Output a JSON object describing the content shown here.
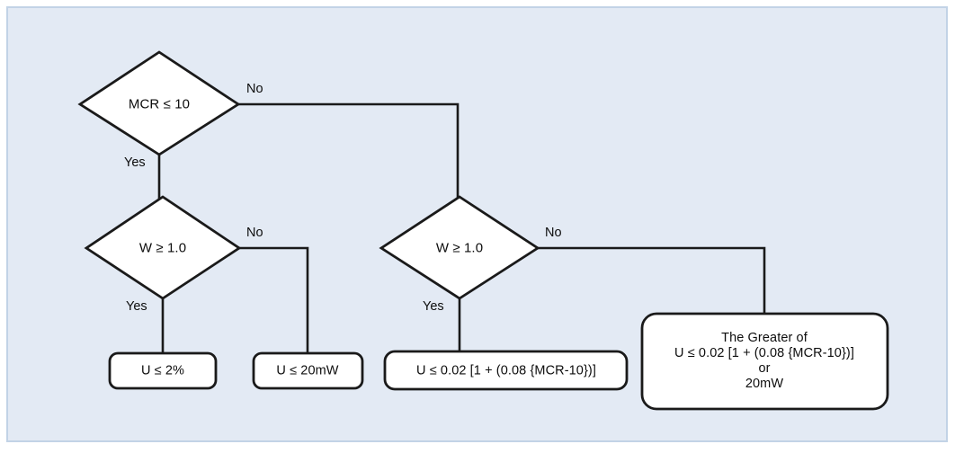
{
  "diagram": {
    "title": "MCR / W decision flowchart",
    "background_color": "#e3eaf4",
    "border_color": "#c2d3e6",
    "node_fill": "#ffffff",
    "stroke_color": "#1a1a1a",
    "nodes": {
      "decision_mcr": {
        "label": "MCR ≤ 10"
      },
      "decision_w_left": {
        "label": "W ≥ 1.0"
      },
      "decision_w_right": {
        "label": "W ≥ 1.0"
      },
      "terminal_u_2pct": {
        "label": "U ≤ 2%"
      },
      "terminal_u_20mw": {
        "label": "U ≤ 20mW"
      },
      "terminal_formula": {
        "label": "U ≤ 0.02 [1 + (0.08 {MCR-10})]"
      },
      "terminal_greater_of": {
        "line1": "The Greater of",
        "line2": "U ≤ 0.02 [1 + (0.08 {MCR-10})]",
        "line3": "or",
        "line4": "20mW"
      }
    },
    "edges": {
      "mcr_yes": "Yes",
      "mcr_no": "No",
      "w_left_yes": "Yes",
      "w_left_no": "No",
      "w_right_yes": "Yes",
      "w_right_no": "No"
    }
  }
}
